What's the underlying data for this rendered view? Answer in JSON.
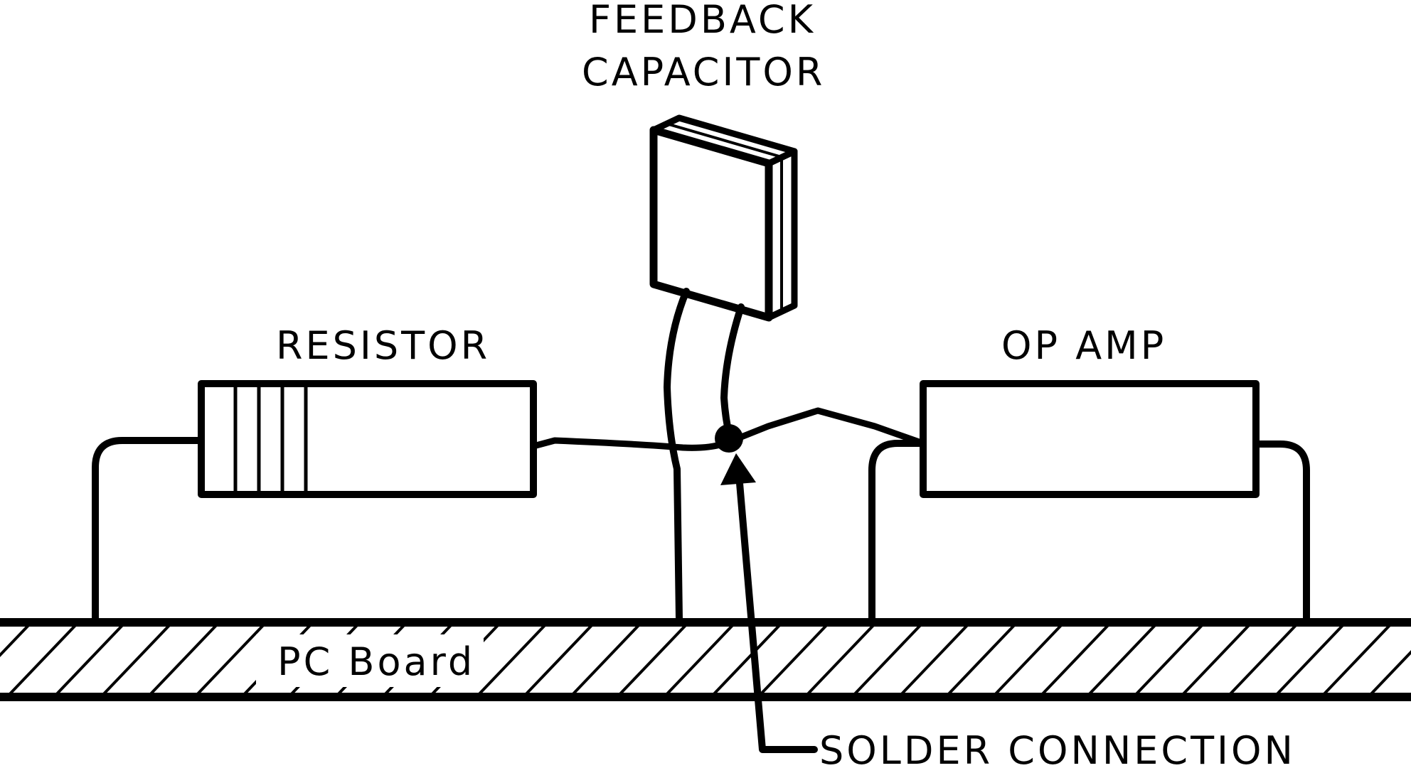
{
  "labels": {
    "feedback_line1": "FEEDBACK",
    "feedback_line2": "CAPACITOR",
    "resistor": "RESISTOR",
    "op_amp": "OP AMP",
    "pc_board": "PC Board",
    "solder_connection": "SOLDER CONNECTION"
  },
  "colors": {
    "ink": "#000000",
    "background": "#ffffff"
  }
}
